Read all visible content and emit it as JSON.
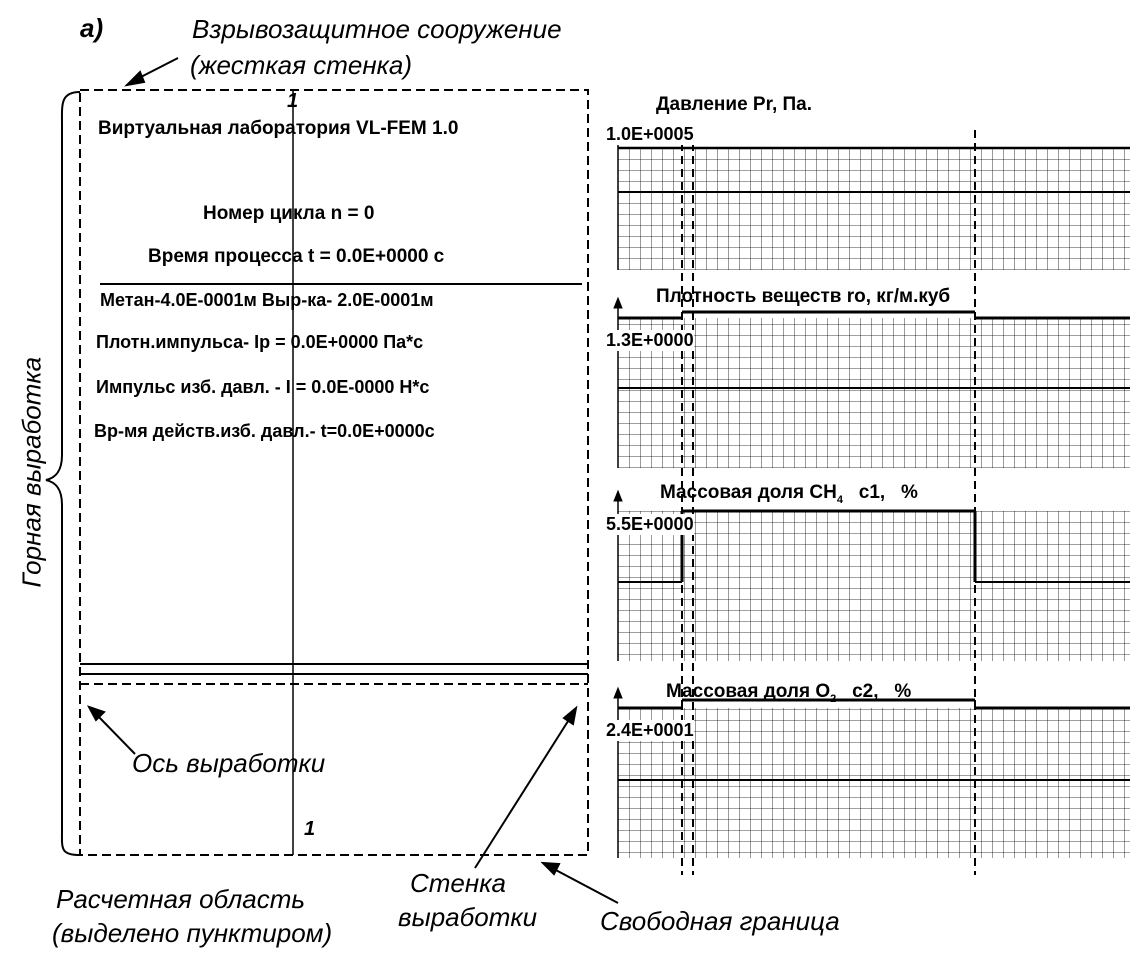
{
  "figure_label": "а)",
  "annotations": {
    "blast_structure_line1": "Взрывозащитное сооружение",
    "blast_structure_line2": "(жесткая стенка)",
    "mine_working": "Горная выработка",
    "working_axis": "Ось выработки",
    "calc_area_line1": "Расчетная область",
    "calc_area_line2": "(выделено пунктиром)",
    "wall_line1": "Стенка",
    "wall_line2": "выработки",
    "free_boundary": "Свободная граница"
  },
  "section": {
    "top_marker": "1",
    "bottom_marker": "1"
  },
  "lab_panel": {
    "title": "Виртуальная лаборатория VL-FEM 1.0",
    "cycle": "Номер цикла  n = 0",
    "time": "Время процесса t = 0.0E+0000 c",
    "lengths": "Метан-4.0E-0001м Выр-ка- 2.0E-0001м",
    "impulse_density": "Плотн.импульса- Ip = 0.0E+0000 Па*с",
    "impulse": "Импульс изб. давл. - I = 0.0E-0000 Н*с",
    "duration": "Вр-мя действ.изб. давл.- t=0.0E+0000с"
  },
  "graphs": [
    {
      "title": "Давление Pr,   Па.",
      "value": "1.0E+0005"
    },
    {
      "title": "Плотность веществ ro,   кг/м.куб",
      "value": "1.3E+0000"
    },
    {
      "title_main": "Массовая доля CH",
      "title_sub": "4",
      "title_tail": "   c1,   %",
      "value": "5.5E+0000"
    },
    {
      "title_main": "Массовая доля O",
      "title_sub": "2",
      "title_tail": "   c2,   %",
      "value": "2.4E+0001"
    }
  ]
}
